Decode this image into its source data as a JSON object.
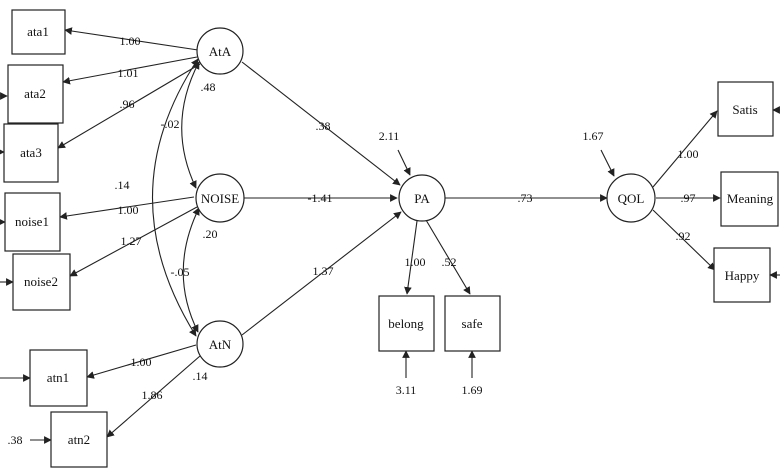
{
  "nodes": {
    "ata1": "ata1",
    "ata2": "ata2",
    "ata3": "ata3",
    "noise1": "noise1",
    "noise2": "noise2",
    "atn1": "atn1",
    "atn2": "atn2",
    "AtA": "AtA",
    "NOISE": "NOISE",
    "AtN": "AtN",
    "PA": "PA",
    "QOL": "QOL",
    "belong": "belong",
    "safe": "safe",
    "Satis": "Satis",
    "Meaning": "Meaning",
    "Happy": "Happy"
  },
  "coefficients": {
    "ata_ata1": "1.00",
    "ata_ata2": "1.01",
    "ata_ata3": ".96",
    "noise_noise1": "1.00",
    "noise_noise2": "1.27",
    "atn_atn1": "1.00",
    "atn_atn2": "1.86",
    "cov_ata_noise": "-.02",
    "cov_ata_atn": ".14",
    "cov_noise_atn": "-.05",
    "var_ata": ".48",
    "var_noise": ".20",
    "var_atn": ".14",
    "ata_pa": ".38",
    "noise_pa": "-1.41",
    "atn_pa": "1.37",
    "pa_resid": "2.11",
    "pa_qol": ".73",
    "pa_belong": "1.00",
    "pa_safe": ".52",
    "belong_err": "3.11",
    "safe_err": "1.69",
    "qol_resid": "1.67",
    "qol_satis": "1.00",
    "qol_meaning": ".97",
    "qol_happy": ".92",
    "atn2_err": ".38"
  }
}
